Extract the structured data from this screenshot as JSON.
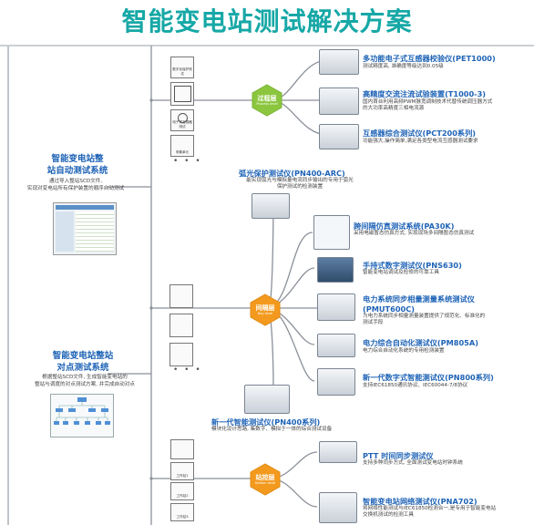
{
  "title": "智能变电站测试解决方案",
  "layers": {
    "process": {
      "label": "过程层",
      "sub": "Process level"
    },
    "bay": {
      "label": "间隔层",
      "sub": "Bay level"
    },
    "station": {
      "label": "站控层",
      "sub": "Station level"
    }
  },
  "left_systems": [
    {
      "title_1": "智能变电站整",
      "title_2": "站自动测试系统",
      "desc_1": "通过导入整站SCD文件,",
      "desc_2": "实现对变电站所有保护装置的顺序自动测试"
    },
    {
      "title_1": "智能变电站整站",
      "title_2": "对点测试系统",
      "desc_1": "根据整站SCD文件, 生成智能变电站的",
      "desc_2": "整站与调度的对点测试方案, 并完成自动对点"
    }
  ],
  "thumb_labels": {
    "th1": "数字化保护测试",
    "th2": "",
    "th3": "电子式互感器测试",
    "th4": "采集单元",
    "th5": "",
    "th6": "",
    "th7": "",
    "th8": "",
    "th9": "",
    "th10": "",
    "th11": "工作站1",
    "th12": "工作站2",
    "th13": "工作站3"
  },
  "dots": "• • •",
  "products": [
    {
      "name": "多功能电子式互感器校验仪(PET1000)",
      "desc_1": "测试精度高, 准确度等级达到0.05级"
    },
    {
      "name": "高精度交流注流试验装置(T1000-3)",
      "desc_1": "国内首台利用高频PWM脉宽调制技术代替传统调压器方式",
      "desc_2": "的大功率高精度三相电流源"
    },
    {
      "name": "互感器综合测试仪(PCT200系列)",
      "desc_1": "功能强大,操作简单,满足各类型电流互感器测试要求"
    },
    {
      "name": "弧光保护测试仪(PN400-ARC)",
      "desc_1": "能实现弧光与模拟量电流同步输出的专用于弧光",
      "desc_2": "保护测试的检测装置"
    },
    {
      "name": "跨间隔仿真测试系统(PA30K)",
      "desc_1": "采用电磁暂态仿真方式, 实现现场多间隔暂态仿真测试"
    },
    {
      "name": "手持式数字测试仪(PNS630)",
      "desc_1": "智能变电站调试及检修的可靠工具"
    },
    {
      "name": "电力系统同步相量测量系统测试仪",
      "name_2": "(PMUT600C)",
      "desc_1": "为电力系统同步相量测量装置提供了规范化、标准化的",
      "desc_2": "测试手段"
    },
    {
      "name": "电力综合自动化测试仪(PM805A)",
      "desc_1": "电力综合自动化系统的专用检测装置"
    },
    {
      "name": "新一代数字式智能测试仪(PN800系列)",
      "desc_1": "支持IEC61850通讯协议、IEC60044-7/8协议"
    },
    {
      "name": "新一代智能测试仪(PN400系列)",
      "desc_1": "模块化设计思路, 集数字、模拟于一体的综合测试设备"
    },
    {
      "name": "PTT 时间同步测试仪",
      "desc_1": "支持多种同步方式, 全面测试变电站时钟系统"
    },
    {
      "name": "智能变电站网络测试仪(PNA702)",
      "desc_1": "将网络性能测试与IEC61850检测合一,是专用于智能变电站",
      "desc_2": "交换机测试的检测工具"
    }
  ],
  "colors": {
    "teal": "#16a8a6",
    "blue": "#1e63b6",
    "green": "#8cc63f",
    "orange": "#f39a1e",
    "gray_line": "#8a9099"
  },
  "icons": {
    "hexagon": "layer-hexagon-icon",
    "thumbnail": "window-thumbnail-icon"
  }
}
